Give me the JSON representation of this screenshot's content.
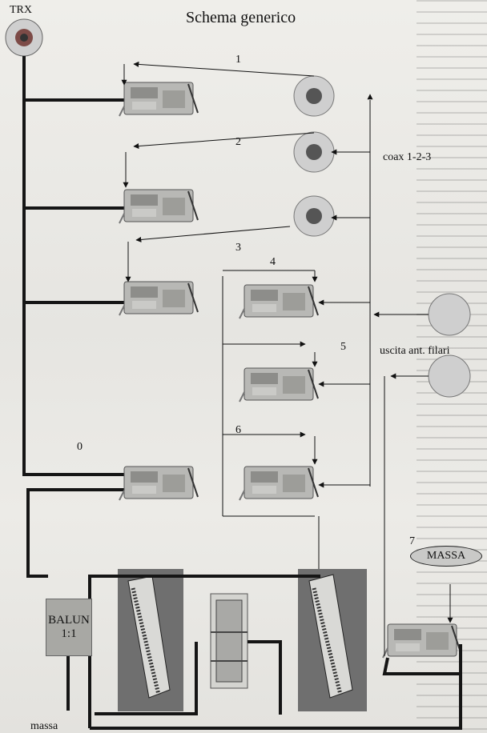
{
  "title": "Schema generico",
  "labels": {
    "trx": "TRX",
    "coax": "coax 1-2-3",
    "uscita": "uscita ant. filari",
    "massa_oval": "MASSA",
    "massa_bottom": "massa",
    "balun_line1": "BALUN",
    "balun_line2": "1:1"
  },
  "numbers": {
    "n0": "0",
    "n1": "1",
    "n2": "2",
    "n3": "3",
    "n4": "4",
    "n5": "5",
    "n6": "6",
    "n7": "7"
  },
  "colors": {
    "wire": "#151515",
    "relay": "#b8b8b5",
    "connector_outer": "#cfcfcf",
    "connector_core": "#555555",
    "coil_bg": "#6f6f6f"
  },
  "icons": [
    "coax-connector-icon",
    "relay-icon",
    "roller-inductor-icon",
    "variable-capacitor-icon"
  ]
}
